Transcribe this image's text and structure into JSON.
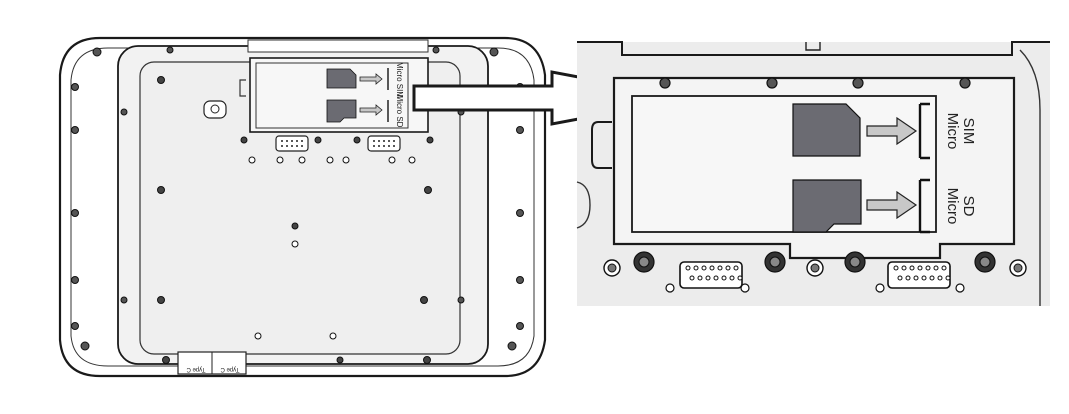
{
  "labels": {
    "overview_micro_sim": "Micro SIM",
    "overview_micro_sd": "Micro SD",
    "detail_sim_word1": "Micro",
    "detail_sim_word2": "SIM",
    "detail_sd_word1": "Micro",
    "detail_sd_word2": "SD",
    "port_left": "Type C",
    "port_right": "Type C"
  },
  "colors": {
    "line": "#1a1a1a",
    "panel": "#f2f2f2",
    "detail_bg": "#ececec",
    "card": "#6b6b72",
    "arrow_fill": "#c8c8c8"
  }
}
